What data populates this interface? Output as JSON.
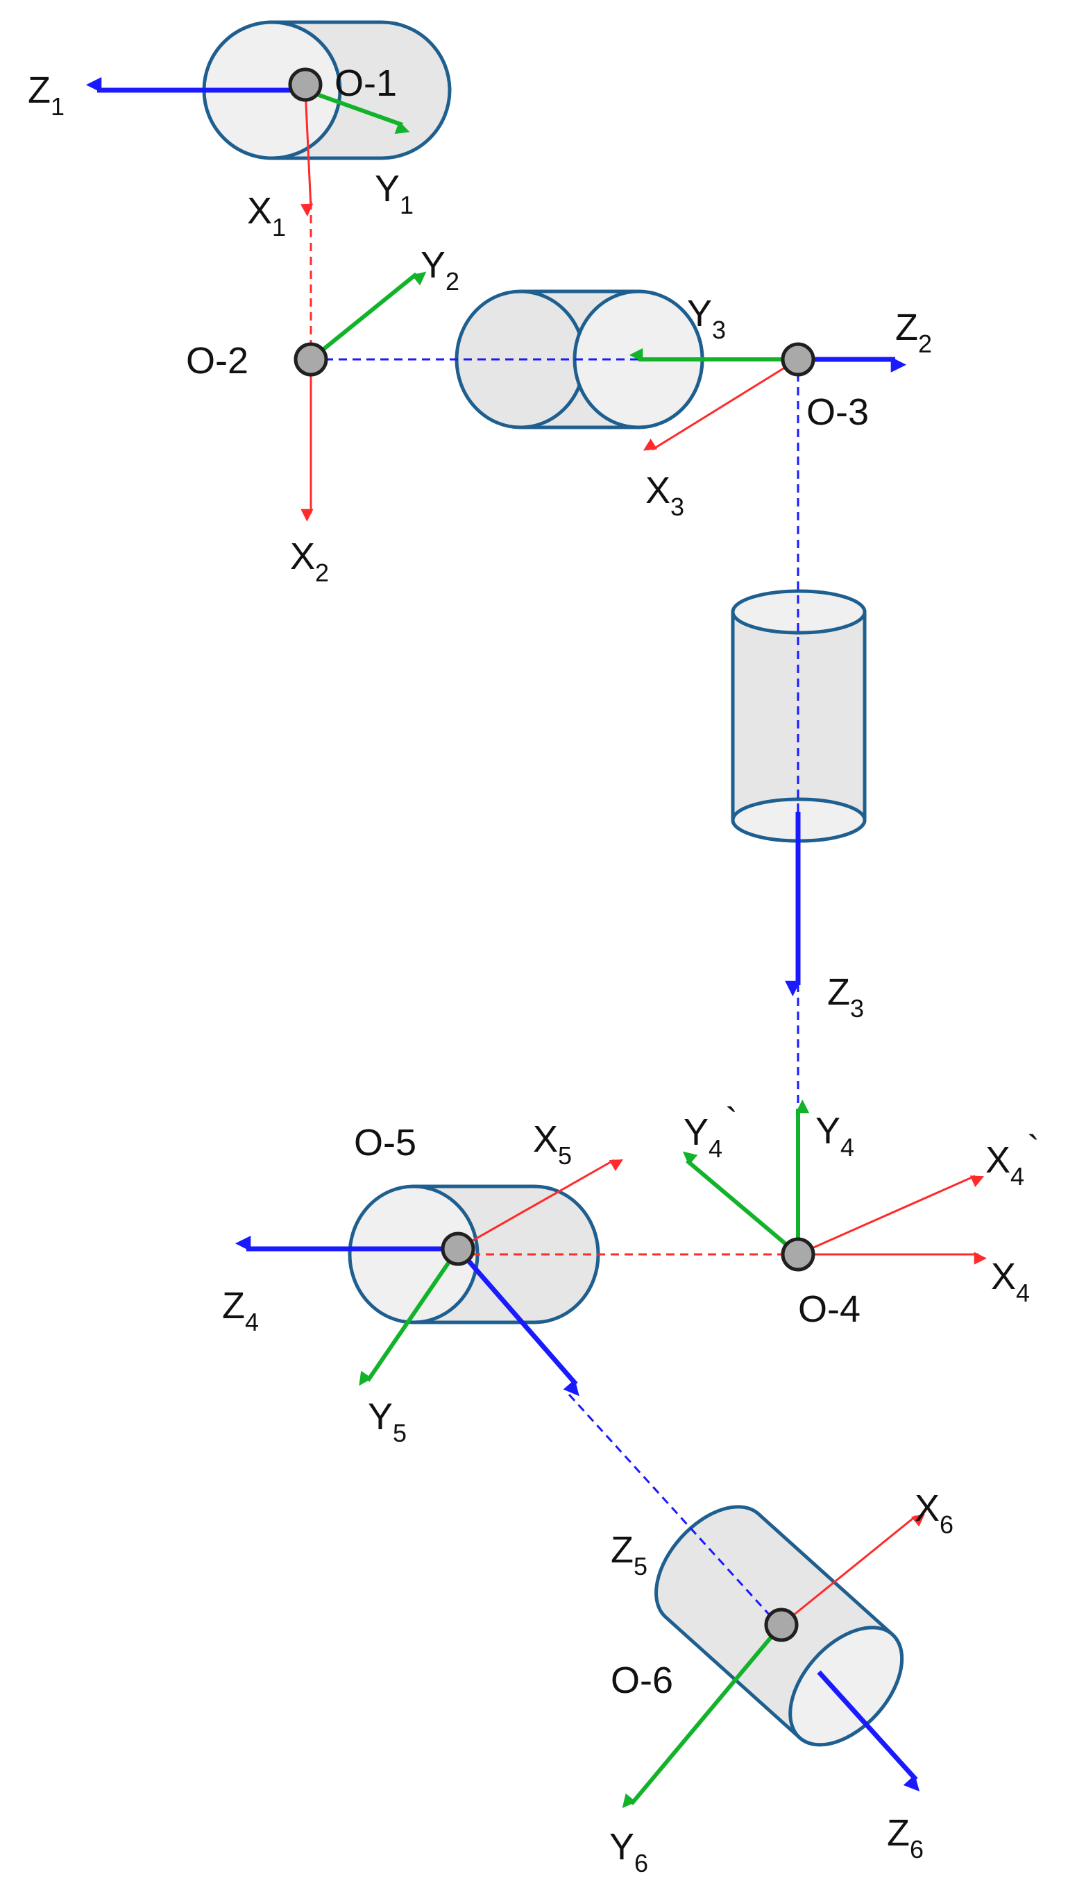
{
  "colors": {
    "x_axis": "#ff2a2a",
    "y_axis": "#12b32a",
    "z_axis": "#1a1aff",
    "cylinder_fill": "#e6e6e6",
    "cylinder_stroke": "#1f5f8f",
    "origin_fill": "#a9a9a9"
  },
  "origins": {
    "o1": "O-1",
    "o2": "O-2",
    "o3": "O-3",
    "o4": "O-4",
    "o5": "O-5",
    "o6": "O-6"
  },
  "axes": {
    "z1": {
      "base": "Z",
      "sub": "1"
    },
    "x1": {
      "base": "X",
      "sub": "1"
    },
    "y1": {
      "base": "Y",
      "sub": "1"
    },
    "x2": {
      "base": "X",
      "sub": "2"
    },
    "y2": {
      "base": "Y",
      "sub": "2"
    },
    "z2": {
      "base": "Z",
      "sub": "2"
    },
    "x3": {
      "base": "X",
      "sub": "3"
    },
    "y3": {
      "base": "Y",
      "sub": "3"
    },
    "z3": {
      "base": "Z",
      "sub": "3"
    },
    "x4": {
      "base": "X",
      "sub": "4"
    },
    "y4": {
      "base": "Y",
      "sub": "4"
    },
    "z4": {
      "base": "Z",
      "sub": "4"
    },
    "x4p": {
      "base": "X",
      "sub": "4",
      "prime": "`"
    },
    "y4p": {
      "base": "Y",
      "sub": "4",
      "prime": "`"
    },
    "x5": {
      "base": "X",
      "sub": "5"
    },
    "y5": {
      "base": "Y",
      "sub": "5"
    },
    "z5": {
      "base": "Z",
      "sub": "5"
    },
    "x6": {
      "base": "X",
      "sub": "6"
    },
    "y6": {
      "base": "Y",
      "sub": "6"
    },
    "z6": {
      "base": "Z",
      "sub": "6"
    }
  }
}
